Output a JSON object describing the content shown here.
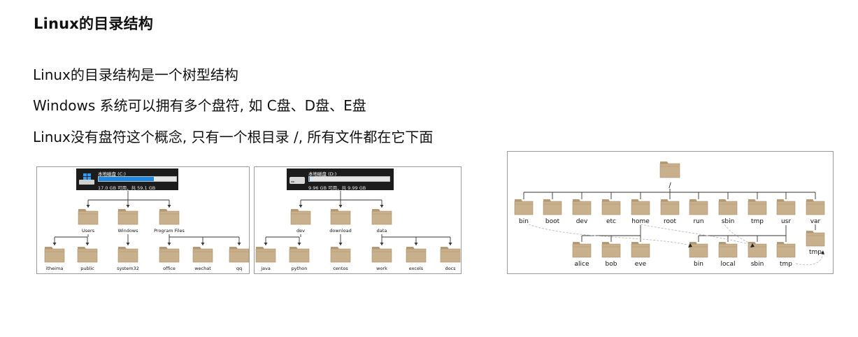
{
  "title": "Linux的目录结构",
  "lines": [
    "Linux的目录结构是一个树型结构",
    "Windows 系统可以拥有多个盘符, 如 C盘、D盘、E盘",
    "Linux没有盘符这个概念, 只有一个根目录 /, 所有文件都在它下面"
  ],
  "drive_c": {
    "name": "本地磁盘 (C:)",
    "info": "17.0 GB 可用，共 59.1 GB",
    "used_fraction": 0.71,
    "icon": "windows-drive-icon"
  },
  "drive_d": {
    "name": "本地磁盘 (D:)",
    "info": "9.96 GB 可用，共 9.99 GB",
    "used_fraction": 0.003,
    "icon": "hard-drive-icon"
  },
  "tree_c": [
    {
      "name": "Users",
      "children": [
        "itheima",
        "public"
      ]
    },
    {
      "name": "Windows",
      "children": [
        "system32"
      ]
    },
    {
      "name": "Program Files",
      "children": [
        "office",
        "wechat",
        "qq"
      ]
    }
  ],
  "tree_d": [
    {
      "name": "dev",
      "children": [
        "java",
        "python"
      ]
    },
    {
      "name": "download",
      "children": [
        "centos"
      ]
    },
    {
      "name": "data",
      "children": [
        "work",
        "excels",
        "docs"
      ]
    }
  ],
  "linux_tree": {
    "root": "/",
    "level1": [
      "bin",
      "boot",
      "dev",
      "etc",
      "home",
      "root",
      "run",
      "sbin",
      "tmp",
      "usr",
      "var"
    ],
    "home_children": [
      "alice",
      "bob",
      "eve"
    ],
    "usr_children": [
      "bin",
      "local",
      "sbin",
      "tmp"
    ],
    "var_children": [
      "tmp"
    ]
  },
  "colors": {
    "folder": "#c8b08c",
    "folder_tab": "#b59a74",
    "line": "#333333",
    "drive_bar": "#1e88e5",
    "dashed": "#bbbbbb"
  }
}
